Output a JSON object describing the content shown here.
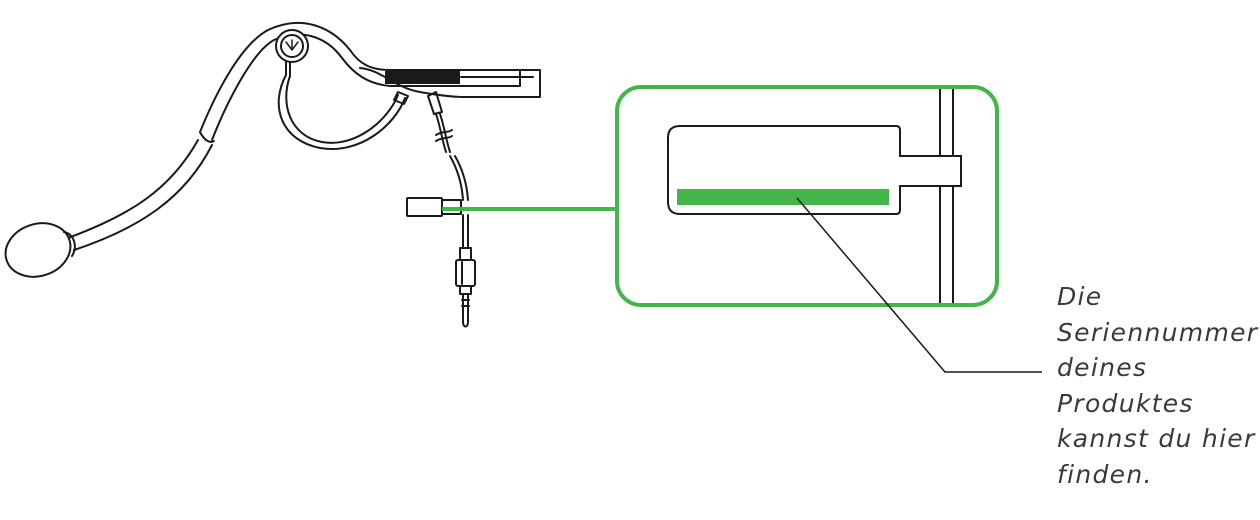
{
  "caption": {
    "lines": [
      "Die",
      "Seriennummer",
      "deines",
      "Produktes",
      "kannst du hier",
      "finden."
    ]
  },
  "colors": {
    "accent": "#44b649",
    "outline": "#1a1a1a",
    "text": "#3a3a3a"
  },
  "icons": [
    "headset",
    "microphone",
    "audio-jack",
    "serial-tag",
    "razer-logo"
  ]
}
